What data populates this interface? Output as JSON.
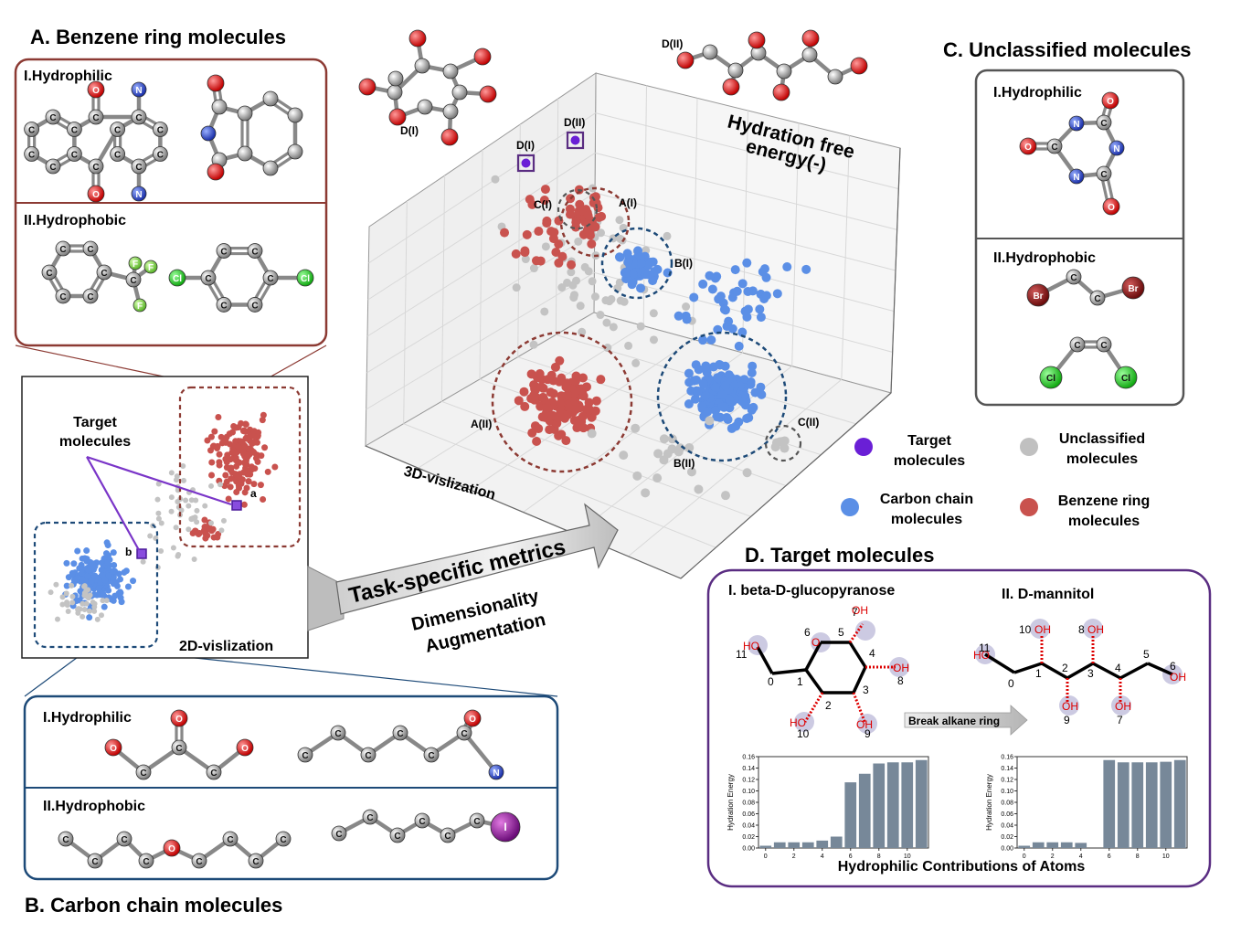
{
  "panel_a": {
    "title": "A. Benzene ring molecules",
    "hydrophilic": "I.Hydrophilic",
    "hydrophobic": "II.Hydrophobic"
  },
  "panel_b": {
    "title": "B. Carbon chain molecules",
    "hydrophilic": "I.Hydrophilic",
    "hydrophobic": "II.Hydrophobic"
  },
  "panel_c": {
    "title": "C. Unclassified molecules",
    "hydrophilic": "I.Hydrophilic",
    "hydrophobic": "II.Hydrophobic"
  },
  "panel_d": {
    "title": "D. Target molecules",
    "mol1_title": "I. beta-D-glucopyranose",
    "mol2_title": "II. D-mannitol",
    "break_label": "Break alkane ring",
    "x_axis_title": "Hydrophilic Contributions of Atoms",
    "y_axis_title": "Hydration Energy"
  },
  "view2d": {
    "label": "2D-vislization",
    "target_label_line1": "Target",
    "target_label_line2": "molecules",
    "marker_a": "a",
    "marker_b": "b"
  },
  "view3d": {
    "label": "3D-vislization",
    "zlabel_line1": "Hydration free",
    "zlabel_line2": "energy(-)",
    "cluster_labels": [
      "A(I)",
      "A(II)",
      "B(I)",
      "B(II)",
      "C(I)",
      "C(II)",
      "D(I)",
      "D(II)"
    ],
    "top_mol_labels": [
      "D(I)",
      "D(II)"
    ]
  },
  "arrow": {
    "main": "Task-specific metrics",
    "sub1": "Dimensionality",
    "sub2": "Augmentation"
  },
  "legend": {
    "target_line1": "Target",
    "target_line2": "molecules",
    "unclassified_line1": "Unclassified",
    "unclassified_line2": "molecules",
    "carbon_line1": "Carbon chain",
    "carbon_line2": "molecules",
    "benzene_line1": "Benzene ring",
    "benzene_line2": "molecules"
  },
  "colors": {
    "benzene": "#c9524e",
    "carbon": "#5b8fe6",
    "unclassified": "#c0c0c0",
    "target": "#6a1fd6",
    "panel_a_border": "#8c3a33",
    "panel_b_border": "#1d4a78",
    "panel_d_border": "#5a2d82",
    "bar": "#778899"
  },
  "chart_data": [
    {
      "type": "bar",
      "categories": [
        "0",
        "1",
        "2",
        "3",
        "4",
        "5",
        "6",
        "7",
        "8",
        "9",
        "10",
        "11"
      ],
      "values": [
        0.004,
        0.01,
        0.01,
        0.01,
        0.013,
        0.02,
        0.115,
        0.13,
        0.148,
        0.15,
        0.15,
        0.154
      ],
      "xticks": [
        "0",
        "2",
        "4",
        "6",
        "8",
        "10"
      ],
      "yticks": [
        "0.00",
        "0.02",
        "0.04",
        "0.06",
        "0.08",
        "0.10",
        "0.12",
        "0.14",
        "0.16"
      ],
      "ylim": [
        0,
        0.16
      ],
      "xlabel": "Hydrophilic Contributions of Atoms",
      "ylabel": "Hydration Energy"
    },
    {
      "type": "bar",
      "categories": [
        "0",
        "1",
        "2",
        "3",
        "4",
        "5",
        "6",
        "7",
        "8",
        "9",
        "10",
        "11"
      ],
      "values": [
        0.004,
        0.01,
        0.01,
        0.01,
        0.009,
        0.0,
        0.154,
        0.15,
        0.15,
        0.15,
        0.151,
        0.154
      ],
      "xticks": [
        "0",
        "2",
        "4",
        "6",
        "8",
        "10"
      ],
      "yticks": [
        "0.00",
        "0.02",
        "0.04",
        "0.06",
        "0.08",
        "0.10",
        "0.12",
        "0.14",
        "0.16"
      ],
      "ylim": [
        0,
        0.16
      ],
      "xlabel": "Hydrophilic Contributions of Atoms",
      "ylabel": "Hydration Energy"
    }
  ]
}
